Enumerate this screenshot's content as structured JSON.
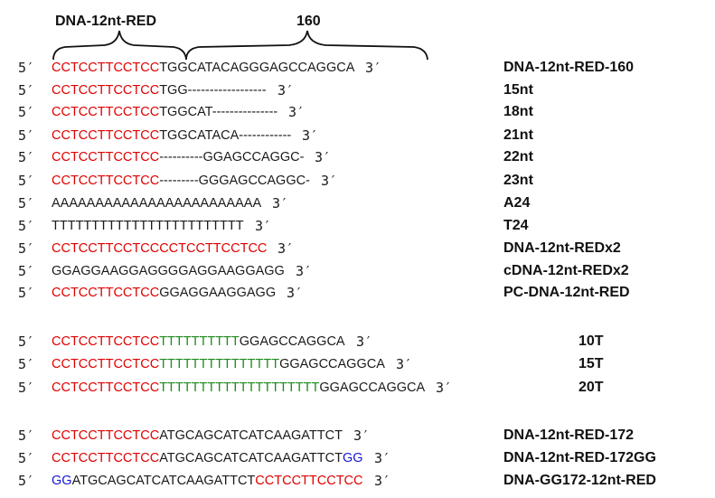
{
  "header": {
    "bracket_left_label": "DNA-12nt-RED",
    "bracket_right_label": "160"
  },
  "colors": {
    "red": "#e00000",
    "green": "#1e8a1e",
    "blue": "#1515d4",
    "black": "#1a1a1a"
  },
  "prime5": "5′",
  "prime3": "3′",
  "rows": [
    {
      "label": "DNA-12nt-RED-160",
      "segments": [
        {
          "text": "CCTCCTTCCTCC",
          "color": "red"
        },
        {
          "text": "TGGCATACAGGGAGCCAGGCA",
          "color": "black"
        }
      ]
    },
    {
      "label": "15nt",
      "segments": [
        {
          "text": "CCTCCTTCCTCC",
          "color": "red"
        },
        {
          "text": "TGG------------------",
          "color": "black"
        }
      ]
    },
    {
      "label": "18nt",
      "segments": [
        {
          "text": "CCTCCTTCCTCC",
          "color": "red"
        },
        {
          "text": "TGGCAT---------------",
          "color": "black"
        }
      ]
    },
    {
      "label": "21nt",
      "segments": [
        {
          "text": "CCTCCTTCCTCC",
          "color": "red"
        },
        {
          "text": "TGGCATACA------------",
          "color": "black"
        }
      ]
    },
    {
      "label": "22nt",
      "segments": [
        {
          "text": "CCTCCTTCCTCC",
          "color": "red"
        },
        {
          "text": "----------GGAGCCAGGC-",
          "color": "black"
        }
      ]
    },
    {
      "label": "23nt",
      "segments": [
        {
          "text": "CCTCCTTCCTCC",
          "color": "red"
        },
        {
          "text": "---------GGGAGCCAGGC-",
          "color": "black"
        }
      ]
    },
    {
      "label": "A24",
      "segments": [
        {
          "text": "AAAAAAAAAAAAAAAAAAAAAAAA",
          "color": "black"
        }
      ]
    },
    {
      "label": "T24",
      "segments": [
        {
          "text": "TTTTTTTTTTTTTTTTTTTTTTTT",
          "color": "black"
        }
      ]
    },
    {
      "label": "DNA-12nt-REDx2",
      "segments": [
        {
          "text": "CCTCCTTCCTCCCCTCCTTCCTCC",
          "color": "red"
        }
      ]
    },
    {
      "label": "cDNA-12nt-REDx2",
      "segments": [
        {
          "text": "GGAGGAAGGAGGGGAGGAAGGAGG",
          "color": "black"
        }
      ]
    },
    {
      "label": "PC-DNA-12nt-RED",
      "segments": [
        {
          "text": "CCTCCTTCCTCC",
          "color": "red"
        },
        {
          "text": "GGAGGAAGGAGG",
          "color": "black"
        }
      ]
    },
    {
      "label": "10T",
      "segments": [
        {
          "text": "CCTCCTTCCTCC",
          "color": "red"
        },
        {
          "text": "TTTTTTTTTT",
          "color": "green"
        },
        {
          "text": "GGAGCCAGGCA",
          "color": "black"
        }
      ]
    },
    {
      "label": "15T",
      "segments": [
        {
          "text": "CCTCCTTCCTCC",
          "color": "red"
        },
        {
          "text": "TTTTTTTTTTTTTTT",
          "color": "green"
        },
        {
          "text": "GGAGCCAGGCA",
          "color": "black"
        }
      ]
    },
    {
      "label": "20T",
      "segments": [
        {
          "text": "CCTCCTTCCTCC",
          "color": "red"
        },
        {
          "text": "TTTTTTTTTTTTTTTTTTTT",
          "color": "green"
        },
        {
          "text": "GGAGCCAGGCA",
          "color": "black"
        }
      ]
    },
    {
      "label": "DNA-12nt-RED-172",
      "segments": [
        {
          "text": "CCTCCTTCCTCC",
          "color": "red"
        },
        {
          "text": "ATGCAGCATCATCAAGATTCT",
          "color": "black"
        }
      ]
    },
    {
      "label": "DNA-12nt-RED-172GG",
      "segments": [
        {
          "text": "CCTCCTTCCTCC",
          "color": "red"
        },
        {
          "text": "ATGCAGCATCATCAAGATTCT",
          "color": "black"
        },
        {
          "text": "GG",
          "color": "blue"
        }
      ]
    },
    {
      "label": "DNA-GG172-12nt-RED",
      "segments": [
        {
          "text": "GG",
          "color": "blue"
        },
        {
          "text": "ATGCAGCATCATCAAGATTCT",
          "color": "black"
        },
        {
          "text": "CCTCCTTCCTCC",
          "color": "red"
        }
      ]
    }
  ]
}
